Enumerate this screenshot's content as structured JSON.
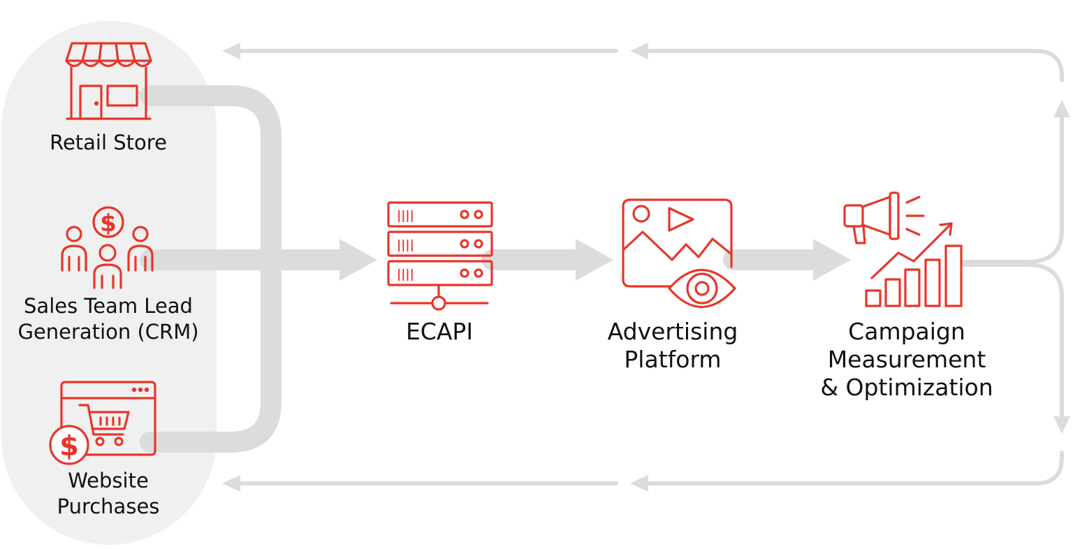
{
  "colors": {
    "accent": "#e8352a",
    "connector": "#dcdcdc",
    "panel": "#f0f0f0",
    "text": "#111111"
  },
  "sources": [
    {
      "id": "retail",
      "label_lines": [
        "Retail Store"
      ],
      "icon": "store-icon"
    },
    {
      "id": "crm",
      "label_lines": [
        "Sales Team Lead",
        "Generation (CRM)"
      ],
      "icon": "sales-team-icon"
    },
    {
      "id": "web",
      "label_lines": [
        "Website",
        "Purchases"
      ],
      "icon": "shopping-cart-browser-icon"
    }
  ],
  "stages": [
    {
      "id": "ecapi",
      "label_lines": [
        "ECAPI"
      ],
      "icon": "server-icon"
    },
    {
      "id": "ads",
      "label_lines": [
        "Advertising",
        "Platform"
      ],
      "icon": "media-eye-icon"
    },
    {
      "id": "campaign",
      "label_lines": [
        "Campaign",
        "Measurement",
        "& Optimization"
      ],
      "icon": "megaphone-growth-chart-icon"
    }
  ],
  "icon_glyphs": {
    "dollar": "$",
    "server_slot_marks": "||||"
  }
}
